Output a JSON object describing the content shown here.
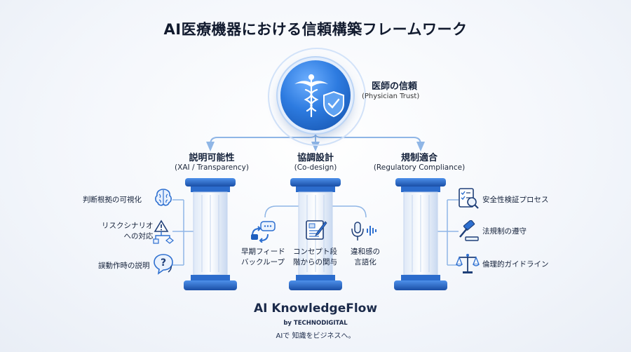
{
  "title": "AI医療機器における信頼構築フレームワーク",
  "top_node": {
    "title": "医師の信頼",
    "subtitle": "(Physician Trust)",
    "icon": "caduceus-shield-icon"
  },
  "pillars": [
    {
      "title": "説明可能性",
      "subtitle": "(XAI / Transparency)",
      "items": [
        {
          "label": "判断根拠の可視化",
          "icon": "brain-icon"
        },
        {
          "label": "リスクシナリオ\nへの対応",
          "icon": "warning-flow-icon"
        },
        {
          "label": "誤動作時の説明",
          "icon": "question-bubble-icon"
        }
      ]
    },
    {
      "title": "協調設計",
      "subtitle": "(Co-design)",
      "items": [
        {
          "label": "早期フィード\nバックループ",
          "icon": "feedback-chat-icon"
        },
        {
          "label": "コンセプト段\n階からの関与",
          "icon": "design-board-icon"
        },
        {
          "label": "違和感の\n言語化",
          "icon": "voice-wave-icon"
        }
      ]
    },
    {
      "title": "規制適合",
      "subtitle": "(Regulatory Compliance)",
      "items": [
        {
          "label": "安全性検証プロセス",
          "icon": "checklist-icon"
        },
        {
          "label": "法規制の遵守",
          "icon": "gavel-icon"
        },
        {
          "label": "倫理的ガイドライン",
          "icon": "scales-icon"
        }
      ]
    }
  ],
  "brand": {
    "name": "AI KnowledgeFlow",
    "by": "by TECHNODIGITAL",
    "tagline": "AIで 知識をビジネスへ。"
  },
  "colors": {
    "accent": "#2d7be0",
    "line": "#8fb6e6",
    "pillar": "#1f5fbf"
  }
}
